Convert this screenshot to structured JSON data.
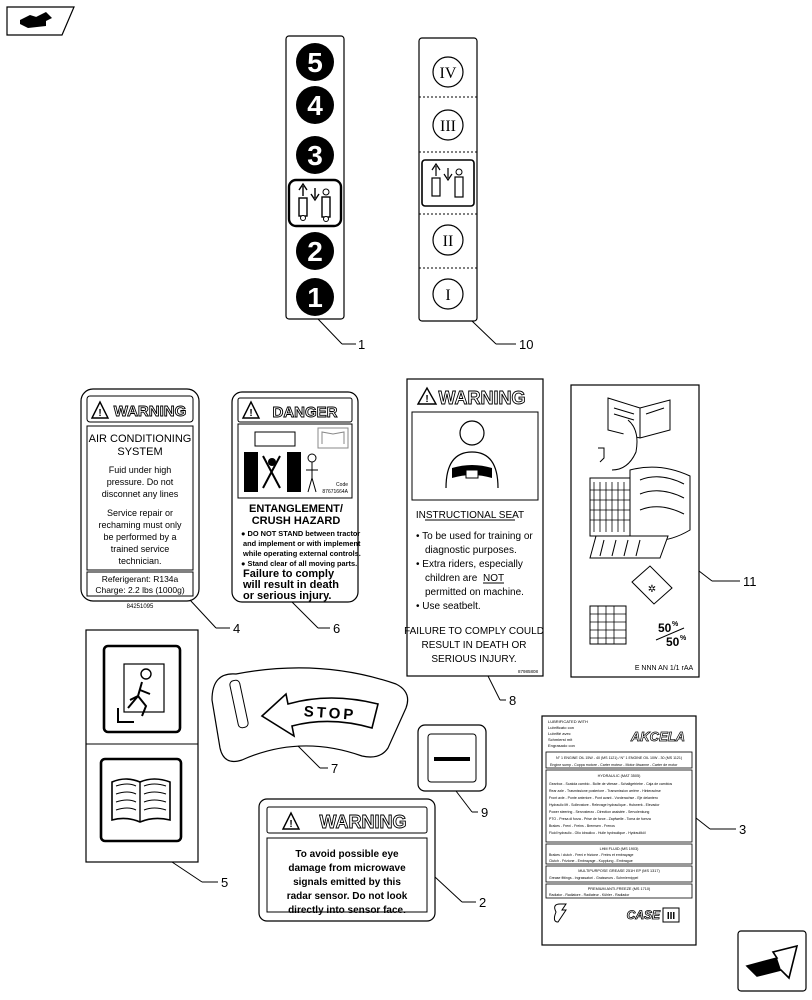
{
  "callouts": [
    "1",
    "10",
    "4",
    "6",
    "8",
    "11",
    "7",
    "9",
    "3",
    "5",
    "2"
  ],
  "panel1": {
    "numbers": [
      "5",
      "4",
      "3",
      "2",
      "1"
    ]
  },
  "panel10": {
    "roman": [
      "IV",
      "III",
      "II",
      "I"
    ]
  },
  "decal4": {
    "header": "WARNING",
    "title1": "AIR CONDITIONING",
    "title2": "SYSTEM",
    "body": [
      "Fuid under high",
      "pressure. Do not",
      "disconnet any lines",
      "",
      "Service repair or",
      "rechaming must only",
      "be performed by a",
      "trained service",
      "technician."
    ],
    "refrigerant": "Referigerant: R134a",
    "charge": "Charge: 2.2 lbs (1000g)",
    "part_no": "84251095"
  },
  "decal6": {
    "header": "DANGER",
    "code1": "Code",
    "code2": "87671664A",
    "title1": "ENTANGLEMENT/",
    "title2": "CRUSH HAZARD",
    "bullets": [
      "● DO NOT STAND between tractor",
      "and implement or with implement",
      "while operating external controls.",
      "● Stand clear of all moving parts."
    ],
    "big": [
      "Failure to comply",
      "will result in death",
      "or serious injury."
    ]
  },
  "decal8": {
    "header": "WARNING",
    "title": "INSTRUCTIONAL SEAT",
    "bullets": [
      "• To be used for training or",
      "diagnostic purposes.",
      "• Extra riders, especially",
      "children are",
      "permitted on machine.",
      "• Use seatbelt."
    ],
    "not_word": "NOT",
    "footer": [
      "FAILURE TO COMPLY COULD",
      "RESULT IN DEATH OR",
      "SERIOUS INJURY."
    ],
    "small": "87985808"
  },
  "decal11": {
    "ratio_top": "50",
    "ratio_bottom": "50",
    "pct": "%",
    "footer": "E NNN AN 1/1 rAA"
  },
  "decal7": {
    "text": "STOP"
  },
  "decal2": {
    "header": "WARNING",
    "body": [
      "To avoid possible eye",
      "damage from microwave",
      "signals emitted by this",
      "radar sensor. Do not look",
      "directly into sensor face."
    ]
  },
  "decal3": {
    "left_lines": [
      "LUBRIFICATED WITH",
      "Lubrificato con",
      "Lubrifié avec",
      "Schmierst mit",
      "Engrasado con"
    ],
    "brand": "AKCELA",
    "line1": "N° 1 ENGINE OIL 15W - 40 (MS 1121) / N° 1 ENGINE OIL 10W - 30 (MS 1121)",
    "line2": "Engine sump - Coppa motore - Carter moteur - Motor ölwanne - Carter de motor",
    "section1": "HYDRAULIC (MAT 3505)",
    "rows1": [
      "Gearbox - Scatola cambio - Boîte de vitesse - Schaltgetriebe - Caja de cambios",
      "Rear axle - Trasmissione posteriore - Transmission arrière - Hinterachse",
      "Front axle - Ponte anteriore - Pont avant - Vorderachse - Eje delantero",
      "Hydraulic lift - Sollevatore - Relevage hydraulique - Hubwerk - Elevador",
      "Power steering - Servosterzo - Direction assistée - Servolenkung",
      "PTO - Presa di forza - Prise de force - Zapfwelle - Toma de fuerza",
      "Brakes - Freni - Freins - Bremsen - Frenos",
      "Fluid hydraulic - Olio idraulico - Huile hydraulique - Hydrauliköl"
    ],
    "section2": "LHM FLUID (MS 1903)",
    "rows2": [
      "Brakes / clutch - Freni e frizione - Freins et embrayage",
      "Clutch - Frizione - Embrayage - Kupplung - Embrague"
    ],
    "section3": "MULTIPURPOSE GREASE 251H EP (MS 1317)",
    "rows3": [
      "Grease fittings - Ingrassatori - Graisseurs - Schmiernippel"
    ],
    "section4": "PREMIUM ANTI-FREEZE (MS 1710)",
    "rows4": [
      "Radiator - Radiatore - Radiateur - Kühler - Radiador"
    ],
    "logo": "CASE",
    "logo2": "III"
  }
}
